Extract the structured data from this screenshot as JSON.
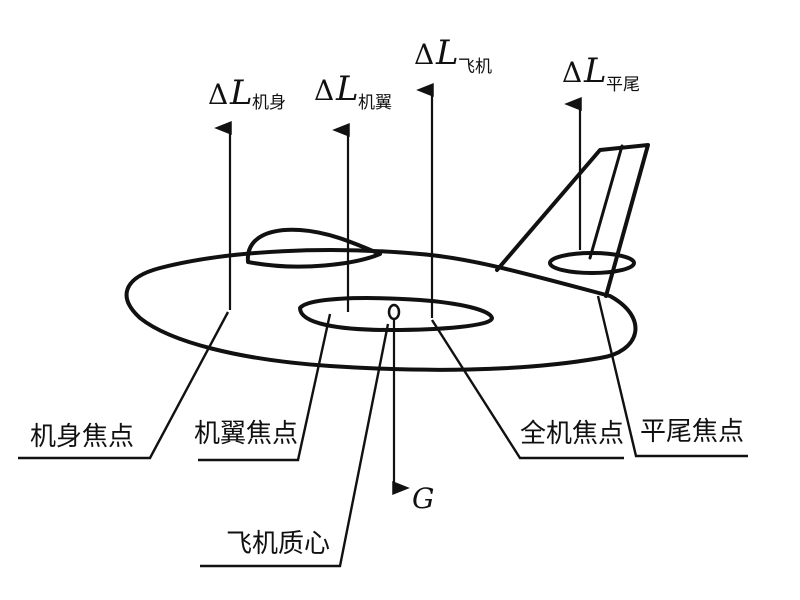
{
  "forces": {
    "fuselage": {
      "delta": "Δ",
      "symbol": "L",
      "subscript": "机身"
    },
    "wing": {
      "delta": "Δ",
      "symbol": "L",
      "subscript": "机翼"
    },
    "aircraft": {
      "delta": "Δ",
      "symbol": "L",
      "subscript": "飞机"
    },
    "tail": {
      "delta": "Δ",
      "symbol": "L",
      "subscript": "平尾"
    }
  },
  "weight": {
    "symbol": "G"
  },
  "labels": {
    "fuselage_focus": "机身焦点",
    "wing_focus": "机翼焦点",
    "aircraft_focus": "全机焦点",
    "tail_focus": "平尾焦点",
    "center_of_mass": "飞机质心"
  },
  "icons": {
    "arrow": "arrow-up-icon",
    "center_of_mass": "circle-marker-icon"
  }
}
